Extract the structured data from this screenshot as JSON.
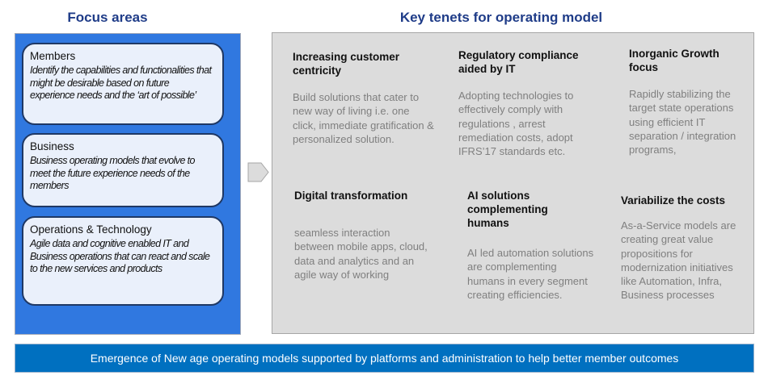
{
  "focus": {
    "heading": "Focus areas",
    "cards": [
      {
        "title": "Members",
        "desc": "Identify the capabilities and functionalities that might be desirable based on future experience needs and the ‘art of possible’"
      },
      {
        "title": "Business",
        "desc": "Business operating models that evolve to meet the future experience needs of the members"
      },
      {
        "title": "Operations & Technology",
        "desc": "Agile data and cognitive enabled IT and Business operations that can react and scale to the new services and products"
      }
    ]
  },
  "tenets": {
    "heading": "Key tenets for operating model",
    "items": [
      {
        "title": "Increasing customer centricity",
        "body": "Build solutions that cater to new way of living i.e. one click, immediate gratification & personalized solution."
      },
      {
        "title": "Regulatory compliance aided by IT",
        "body": "Adopting technologies to effectively comply with regulations , arrest remediation costs, adopt IFRS’17 standards etc."
      },
      {
        "title": "Inorganic Growth focus",
        "body": "Rapidly stabilizing the target state operations using efficient IT separation / integration programs,"
      },
      {
        "title": "Digital transformation",
        "body": "seamless interaction between mobile apps, cloud, data and analytics and an agile way of working"
      },
      {
        "title": "AI solutions complementing humans",
        "body": "AI led automation solutions are complementing humans in every segment creating efficiencies."
      },
      {
        "title": "Variabilize the costs",
        "body": "As-a-Service models are creating great value propositions for modernization initiatives like Automation, Infra, Business processes"
      }
    ]
  },
  "banner": {
    "text": "Emergence of New age operating models supported by platforms and administration to help better member outcomes"
  },
  "colors": {
    "focus_panel": "#3078e0",
    "banner": "#0070c0",
    "heading": "#1f3c88",
    "tenets_panel": "#dcdcdc"
  }
}
